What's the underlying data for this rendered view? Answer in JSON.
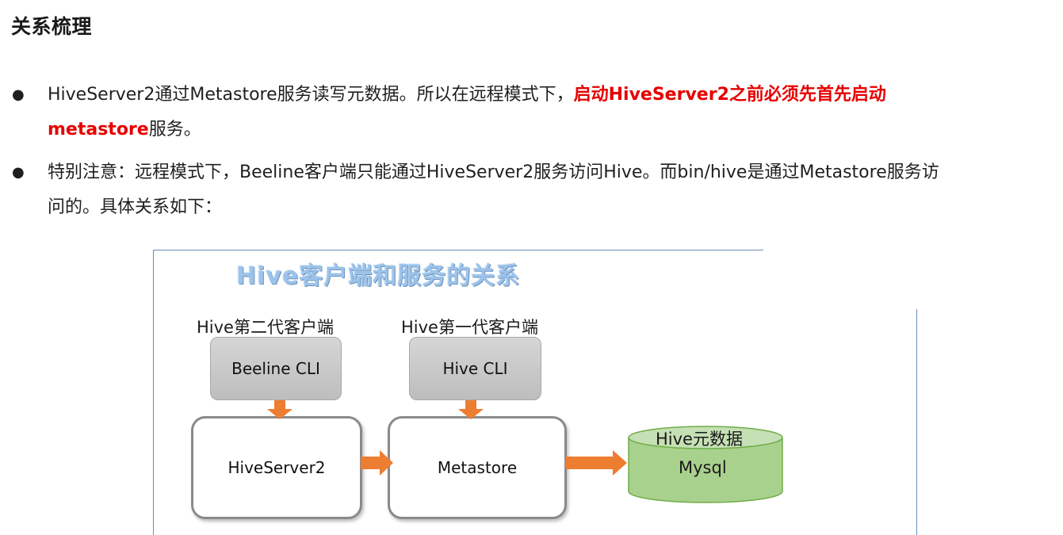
{
  "heading": "关系梳理",
  "bullets": [
    {
      "marker": "●",
      "part1": "HiveServer2通过Metastore服务读写元数据。所以在远程模式下，",
      "highlight1": "启动HiveServer2之前必须先首先启动",
      "highlight2": "metastore",
      "part2": "服务。"
    },
    {
      "marker": "●",
      "line1": "特别注意：远程模式下，Beeline客户端只能通过HiveServer2服务访问Hive。而bin/hive是通过Metastore服务访",
      "line2": "问的。具体关系如下："
    }
  ],
  "diagram": {
    "title": "Hive客户端和服务的关系",
    "label_gen2": "Hive第二代客户端",
    "label_gen1": "Hive第一代客户端",
    "box_beeline": "Beeline CLI",
    "box_hivecli": "Hive CLI",
    "box_hiveserver2": "HiveServer2",
    "box_metastore": "Metastore",
    "db_label": "Hive元数据",
    "db_name": "Mysql",
    "colors": {
      "arrow": "#ed7d31",
      "db_fill": "#a9d18e",
      "title": "#9cc3ea"
    }
  }
}
